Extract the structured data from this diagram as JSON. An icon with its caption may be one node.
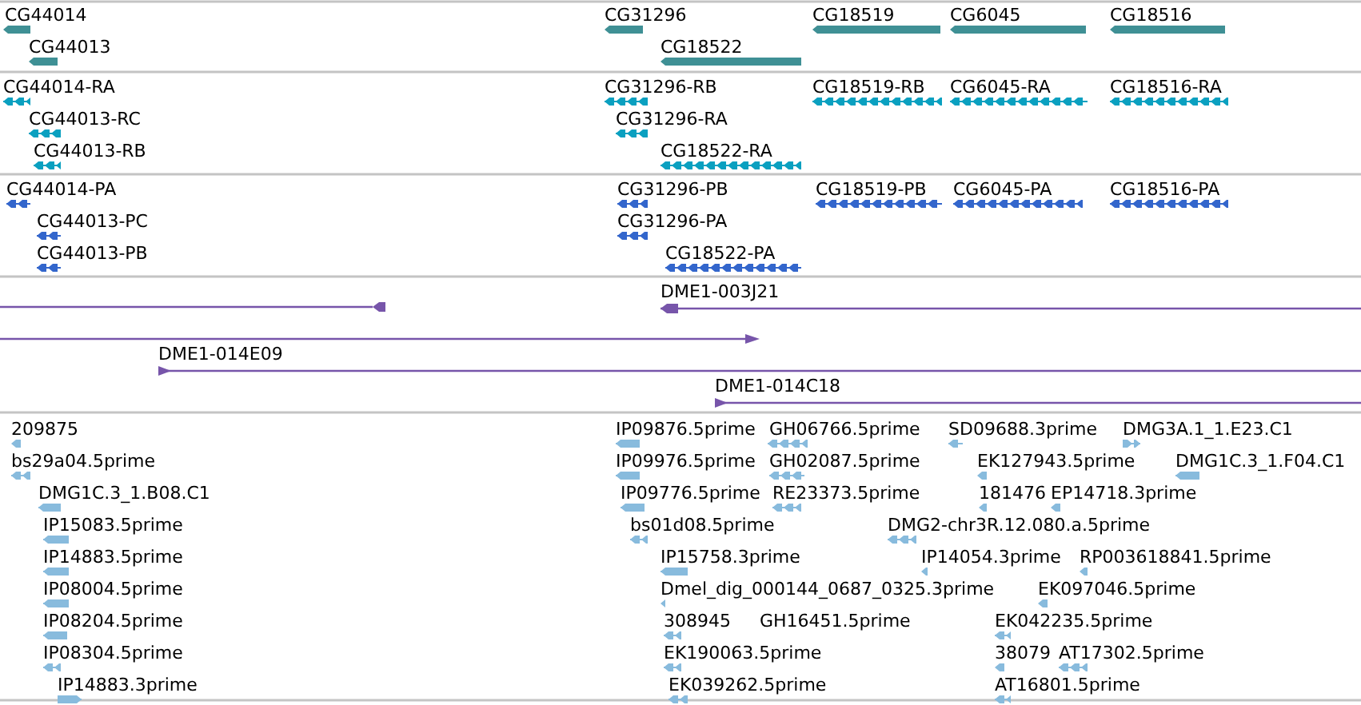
{
  "diagram": {
    "labels": [
      "CG44014",
      "CG31296",
      "CG18519",
      "CG6045",
      "CG18516",
      "CG44013",
      "CG18522",
      "CG44014-RA",
      "CG31296-RB",
      "CG18519-RB",
      "CG6045-RA",
      "CG18516-RA",
      "CG44013-RC",
      "CG31296-RA",
      "CG44013-RB",
      "CG18522-RA",
      "CG44014-PA",
      "CG31296-PB",
      "CG18519-PB",
      "CG6045-PA",
      "CG18516-PA",
      "CG44013-PC",
      "CG31296-PA",
      "CG44013-PB",
      "CG18522-PA",
      "DME1-003J21",
      "DME1-014E09",
      "DME1-014C18",
      "209875",
      "IP09876.5prime",
      "GH06766.5prime",
      "SD09688.3prime",
      "DMG3A.1_1.E23.C1",
      "bs29a04.5prime",
      "IP09976.5prime",
      "GH02087.5prime",
      "EK127943.5prime",
      "DMG1C.3_1.F04.C1",
      "DMG1C.3_1.B08.C1",
      "IP09776.5prime",
      "RE23373.5prime",
      "181476",
      "EP14718.3prime",
      "IP15083.5prime",
      "bs01d08.5prime",
      "DMG2-chr3R.12.080.a.5prime",
      "IP14883.5prime",
      "IP15758.3prime",
      "IP14054.3prime",
      "RP003618841.5prime",
      "IP08004.5prime",
      "Dmel_dig_000144_0687_0325.3prime",
      "EK097046.5prime",
      "IP08204.5prime",
      "308945",
      "GH16451.5prime",
      "EK042235.5prime",
      "IP08304.5prime",
      "EK190063.5prime",
      "38079",
      "AT17302.5prime",
      "IP14883.3prime",
      "EK039262.5prime",
      "AT16801.5prime"
    ]
  }
}
